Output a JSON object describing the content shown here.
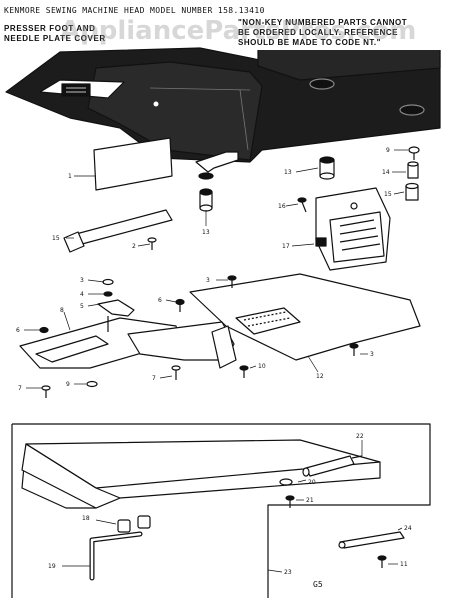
{
  "header": {
    "title": "KENMORE SEWING MACHINE HEAD  MODEL NUMBER 158.13410",
    "subtitle_line1": "PRESSER FOOT AND",
    "subtitle_line2": "NEEDLE PLATE COVER",
    "note_line1": "\"NON-KEY NUMBERED PARTS CANNOT",
    "note_line2": "BE ORDERED LOCALLY. REFERENCE",
    "note_line3": "SHOULD BE MADE TO CODE NT.\""
  },
  "watermark": "AppliancePartsPros.com",
  "page_code": "G5",
  "callouts": {
    "c1": "1",
    "c2": "2",
    "c3a": "3",
    "c3b": "3",
    "c3c": "3",
    "c4": "4",
    "c5": "5",
    "c6a": "6",
    "c6b": "6",
    "c7a": "7",
    "c7b": "7",
    "c8": "8",
    "c9a": "9",
    "c9b": "9",
    "c10": "10",
    "c11": "11",
    "c12": "12",
    "c13a": "13",
    "c13b": "13",
    "c14": "14",
    "c15": "15",
    "c16": "16",
    "c17": "17",
    "c18": "18",
    "c19": "19",
    "c20": "20",
    "c21": "21",
    "c22": "22",
    "c23": "23",
    "c24": "24"
  }
}
